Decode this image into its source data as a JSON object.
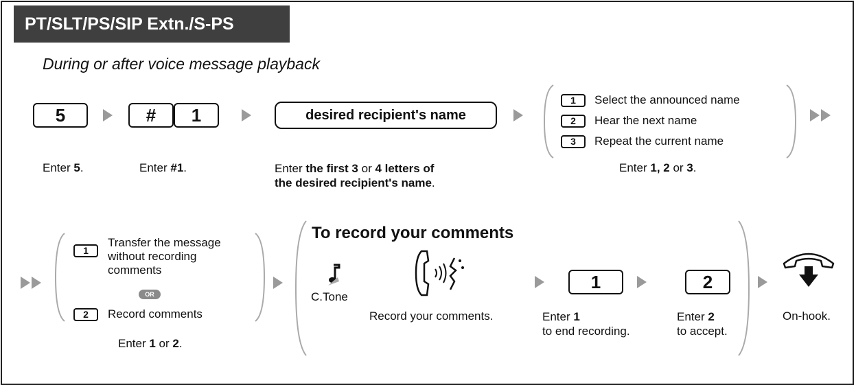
{
  "header": {
    "title": "PT/SLT/PS/SIP Extn./S-PS"
  },
  "subtitle": "During or after voice message playback",
  "row1": {
    "key_5": "5",
    "key_hash": "#",
    "key_1": "1",
    "recipient_box": "desired recipient's name",
    "options": [
      {
        "key": "1",
        "text": "Select the announced name"
      },
      {
        "key": "2",
        "text": "Hear the next name"
      },
      {
        "key": "3",
        "text": "Repeat the current name"
      }
    ],
    "cap_enter5": {
      "pre": "Enter ",
      "b": "5",
      "post": "."
    },
    "cap_enter1": {
      "pre": "Enter ",
      "b": "#1",
      "post": "."
    },
    "cap_letters": {
      "pre": "Enter ",
      "b1": "the first 3",
      "mid": " or ",
      "b2": "4 letters of",
      "b3": "the desired recipient's name",
      "post": "."
    },
    "cap_options": {
      "pre": "Enter ",
      "b1": "1, 2",
      "mid": " or ",
      "b2": "3",
      "post": "."
    }
  },
  "row2": {
    "opt1_key": "1",
    "opt1_lines": [
      "Transfer the message",
      "without recording",
      "comments"
    ],
    "or_label": "OR",
    "opt2_key": "2",
    "opt2_text": "Record comments",
    "cap_enter12": {
      "pre": "Enter ",
      "b1": "1",
      "mid": " or ",
      "b2": "2",
      "post": "."
    },
    "record_title": "To record your comments",
    "ctone": "C.Tone",
    "record_caption": "Record your comments.",
    "key_1": "1",
    "key_2": "2",
    "cap_end": {
      "pre": "Enter ",
      "b": "1",
      "line2": "to end recording."
    },
    "cap_accept": {
      "pre": "Enter ",
      "b": "2",
      "line2": "to accept."
    },
    "cap_onhook": "On-hook."
  },
  "colors": {
    "header_bg": "#3f3f3f",
    "arrow": "#9a9a9a",
    "bracket": "#aaaaaa"
  }
}
